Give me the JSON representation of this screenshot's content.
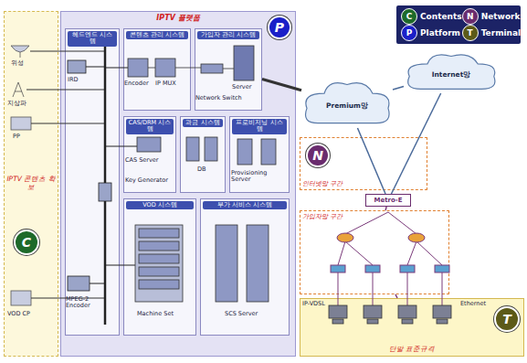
{
  "diagram": {
    "nodes": [
      {
        "text": [
          "IPTV 콘텐츠 확보"
        ]
      },
      {
        "text": [
          "C"
        ],
        "in": 0
      },
      {
        "text": [
          "IPTV 플랫폼"
        ]
      },
      {
        "text": [
          "P"
        ],
        "in": 2
      },
      {
        "text": [
          "헤드엔드 시스템"
        ],
        "in": 2
      },
      {
        "text": [
          "콘텐츠 관리 시스템"
        ],
        "in": 2
      },
      {
        "text": [
          "가입자 관리 시스템"
        ],
        "in": 2
      },
      {
        "text": [
          "CAS/DRM 시스템"
        ],
        "in": 2
      },
      {
        "text": [
          "과금 시스템"
        ],
        "in": 2
      },
      {
        "text": [
          "프로비저닝 시스템"
        ],
        "in": 2
      },
      {
        "text": [
          "VOD 시스템"
        ],
        "in": 2
      },
      {
        "text": [
          "부가 서비스 시스템"
        ],
        "in": 2
      },
      {
        "text": [
          "Premium망"
        ]
      },
      {
        "text": [
          "Internet망"
        ]
      },
      {
        "text": [
          "인터넷망 구간"
        ]
      },
      {
        "text": [
          "N"
        ],
        "in": 14
      },
      {
        "text": [
          "Metro-E"
        ]
      },
      {
        "text": [
          "가입자망 구간"
        ]
      },
      {
        "text": [
          "단말 표준규격"
        ]
      },
      {
        "text": [
          "T"
        ],
        "in": 18
      }
    ],
    "edges": [
      {
        "from": 6,
        "to": 12,
        "arrow": "none"
      },
      {
        "from": 12,
        "to": 13,
        "arrow": "none"
      },
      {
        "from": 12,
        "to": 16,
        "arrow": "none"
      },
      {
        "from": 13,
        "to": 16,
        "arrow": "none"
      },
      {
        "from": 16,
        "to": 17,
        "arrow": "none"
      },
      {
        "from": 17,
        "to": 18,
        "arrow": "none"
      }
    ],
    "labels": [
      "위성",
      "지상파",
      "PP",
      "VOD CP",
      "IRD",
      "MPEG-2 Encoder",
      "Encoder",
      "IP MUX",
      "Network Switch",
      "Server",
      "CAS Server",
      "Key Generator",
      "DB",
      "Provisioning Server",
      "Machine Set",
      "SCS Server",
      "IP-VDSL",
      "Ethernet",
      "C",
      "N",
      "P",
      "T"
    ],
    "legend": [
      {
        "text": "Contents",
        "color": "#1e6a2a"
      },
      {
        "text": "Network",
        "color": "#6a2c6e"
      },
      {
        "text": "Platform",
        "color": "#1a1fc8"
      },
      {
        "text": "Terminal",
        "color": "#5c5a18"
      }
    ]
  }
}
